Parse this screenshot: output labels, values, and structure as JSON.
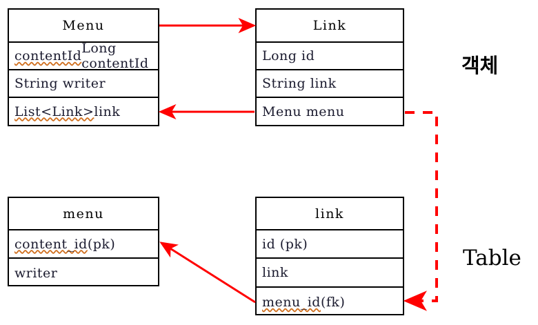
{
  "diagram": {
    "title": "Object to Table mapping (Menu / Link)",
    "accent_color": "#ff0000",
    "line_color": "#000000",
    "background": "#ffffff"
  },
  "captions": {
    "object_label": "객체",
    "table_label": "Table"
  },
  "entities": {
    "menu_class": {
      "name": "Menu",
      "fields": [
        {
          "text": "Long contentId",
          "squiggle": "contentId"
        },
        {
          "text": "String writer",
          "squiggle": ""
        },
        {
          "text": "List<Link> link",
          "squiggle": "List<Link>"
        }
      ]
    },
    "link_class": {
      "name": "Link",
      "fields": [
        {
          "text": "Long id",
          "squiggle": ""
        },
        {
          "text": "String link",
          "squiggle": ""
        },
        {
          "text": "Menu menu",
          "squiggle": ""
        }
      ]
    },
    "menu_table": {
      "name": "menu",
      "fields": [
        {
          "text": "content_id (pk)",
          "squiggle": "content_id"
        },
        {
          "text": "writer",
          "squiggle": ""
        }
      ]
    },
    "link_table": {
      "name": "link",
      "fields": [
        {
          "text": "id (pk)",
          "squiggle": ""
        },
        {
          "text": "link",
          "squiggle": ""
        },
        {
          "text": "menu_id (fk)",
          "squiggle": "menu_id"
        }
      ]
    }
  },
  "connectors": [
    {
      "name": "menu-to-link-solid-arrow",
      "style": "solid",
      "direction": "right",
      "from": "Menu.header",
      "to": "Link.header"
    },
    {
      "name": "link-menu-field-to-menu-list-field-arrow",
      "style": "solid",
      "direction": "left",
      "from": "Link.Menu menu",
      "to": "Menu.List<Link> link"
    },
    {
      "name": "link-class-to-link-table-dashed-arrow",
      "style": "dashed",
      "direction": "left",
      "from": "Link.Menu menu",
      "to": "link.menu_id (fk)"
    },
    {
      "name": "link-table-fk-to-menu-table-pk-arrow",
      "style": "solid",
      "direction": "upleft",
      "from": "link.menu_id (fk)",
      "to": "menu.content_id (pk)"
    }
  ]
}
